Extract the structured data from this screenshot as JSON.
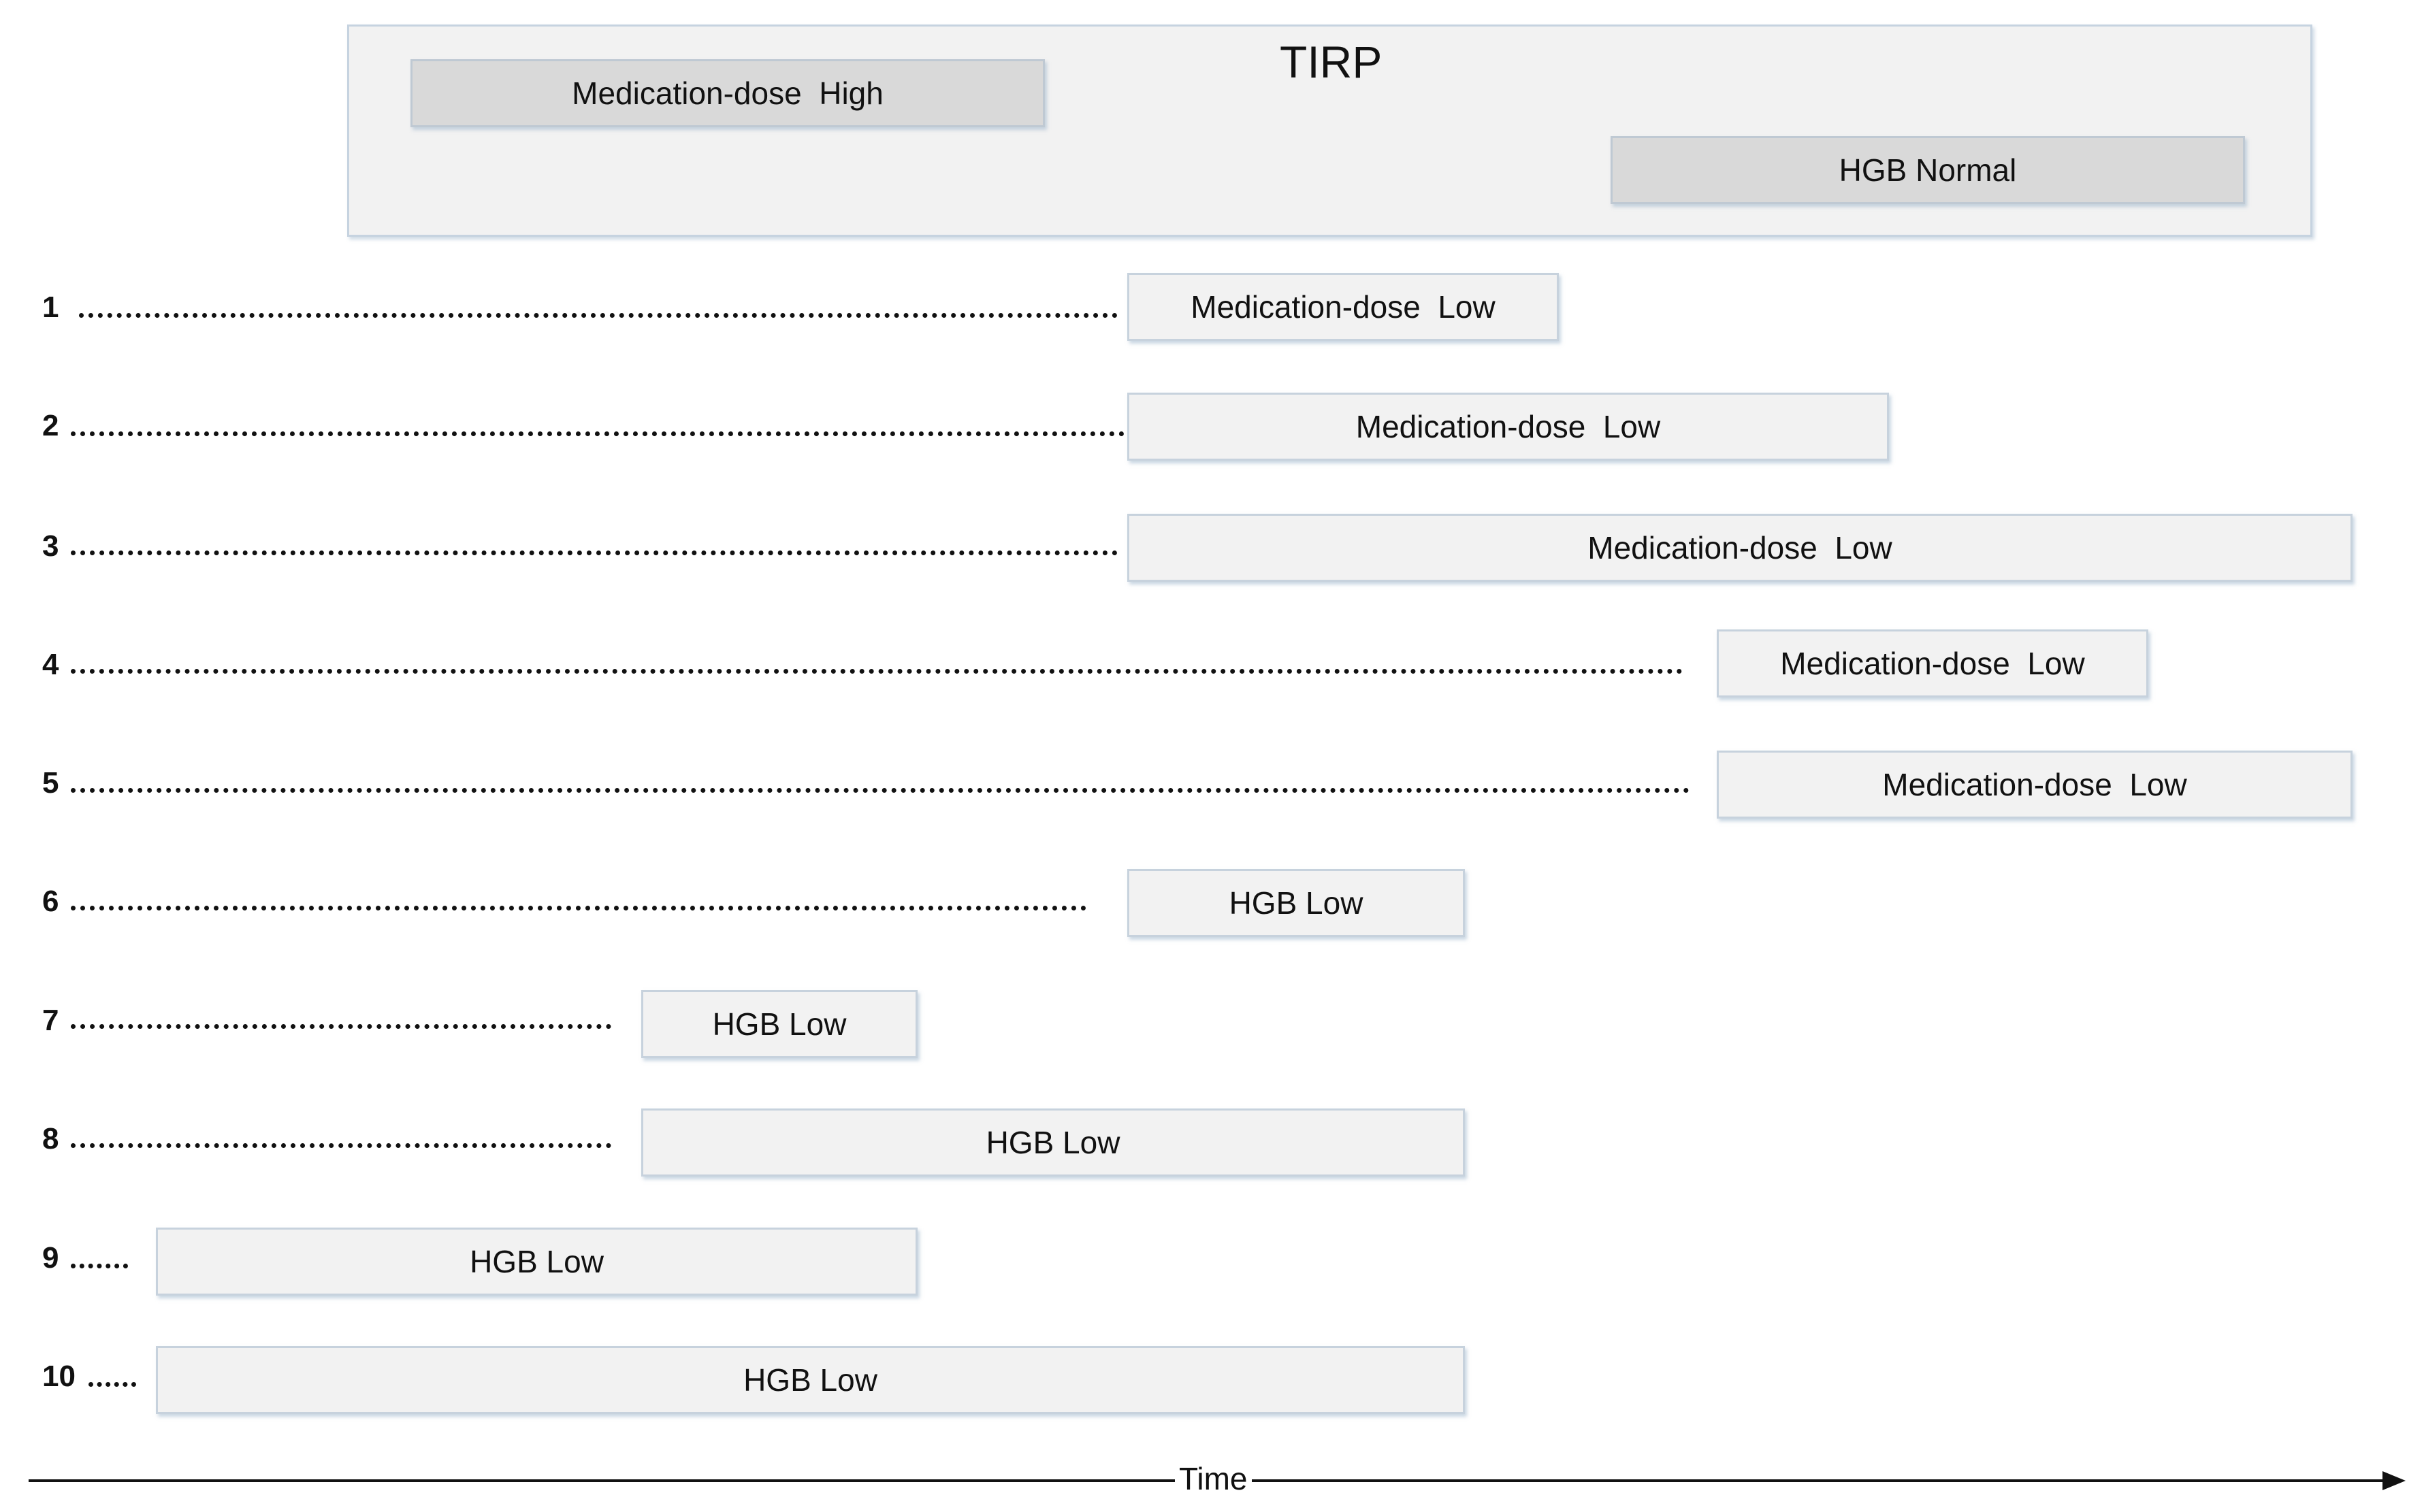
{
  "tirp": {
    "title": "TIRP",
    "intervals": [
      "Medication-dose  High",
      "HGB Normal"
    ]
  },
  "rows": [
    {
      "number": "1",
      "label": "Medication-dose  Low"
    },
    {
      "number": "2",
      "label": "Medication-dose  Low"
    },
    {
      "number": "3",
      "label": "Medication-dose  Low"
    },
    {
      "number": "4",
      "label": "Medication-dose  Low"
    },
    {
      "number": "5",
      "label": "Medication-dose  Low"
    },
    {
      "number": "6",
      "label": "HGB Low"
    },
    {
      "number": "7",
      "label": "HGB Low"
    },
    {
      "number": "8",
      "label": "HGB Low"
    },
    {
      "number": "9",
      "label": "HGB Low"
    },
    {
      "number": "10",
      "label": "HGB Low"
    }
  ],
  "axis": {
    "label": "Time"
  }
}
